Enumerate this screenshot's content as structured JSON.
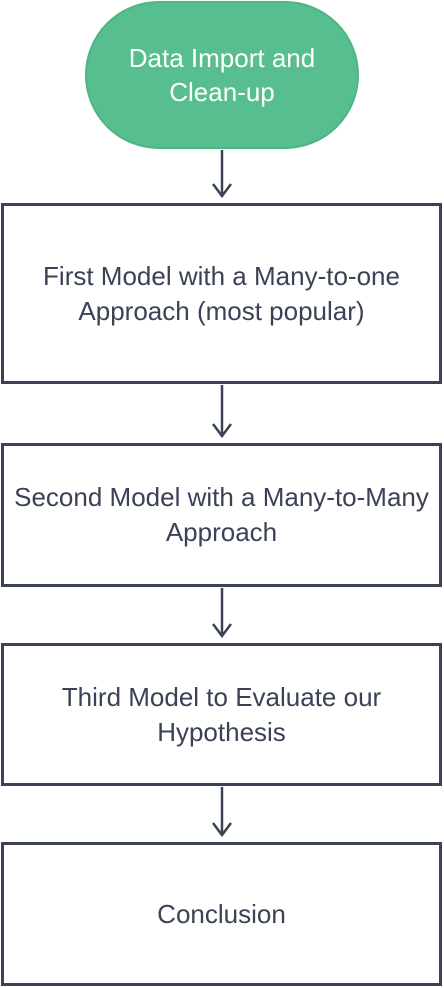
{
  "diagram": {
    "start": "Data Import and Clean-up",
    "steps": [
      "First Model with a Many-to-one Approach (most popular)",
      "Second Model with a Many-to-Many Approach",
      "Third Model to Evaluate our Hypothesis",
      "Conclusion"
    ]
  },
  "colors": {
    "start_fill": "#57bf8f",
    "box_border": "#3b4256",
    "text": "#3b4256",
    "arrow": "#3b4256"
  }
}
